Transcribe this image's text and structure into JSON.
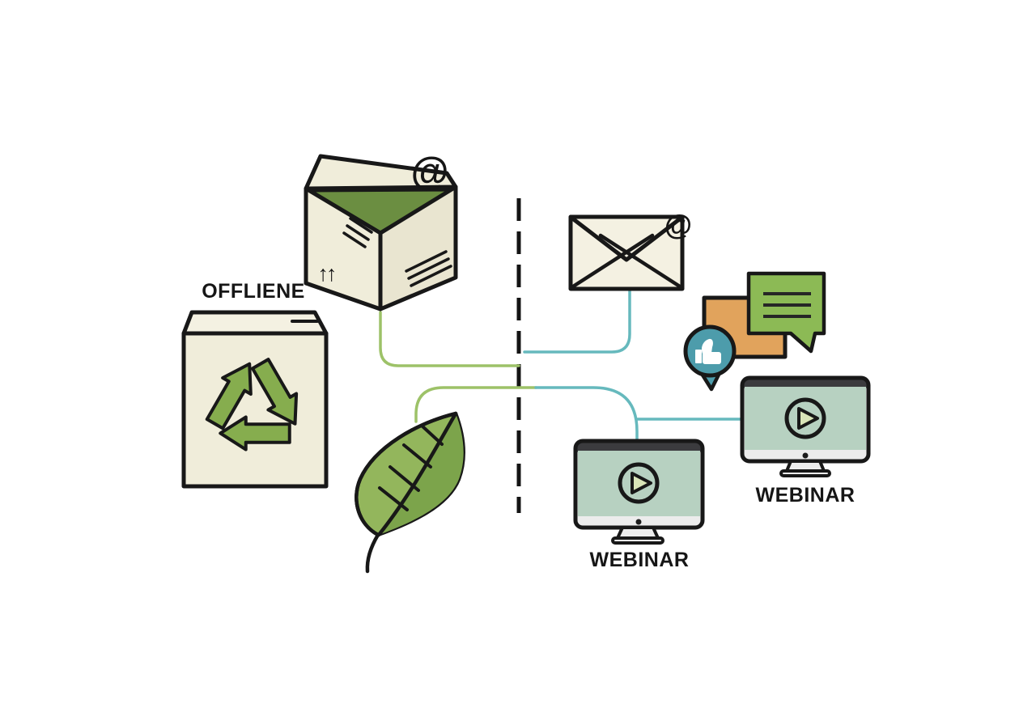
{
  "colors": {
    "outline": "#181818",
    "cream": "#f0edda",
    "cream_light": "#f4f1e2",
    "cream_shade": "#e9e5d0",
    "box_interior_green": "#6b8e41",
    "recycle_green": "#86ad4e",
    "leaf_green": "#93b65c",
    "leaf_green_dark": "#7ca44b",
    "line_green": "#9dc268",
    "line_teal": "#66b9bd",
    "bubble_green": "#8cba55",
    "bubble_orange": "#e1a35c",
    "bubble_teal": "#4d9cab",
    "screen_green": "#b7d1c1",
    "play_triangle": "#d9e5b8",
    "monitor_dark": "#3b3b3e",
    "monitor_light": "#ececec"
  },
  "left": {
    "label": "OFFLIENE",
    "open_box": {
      "icon": "open-shipping-box",
      "at_symbol": "@",
      "up_arrows": "↑↑"
    },
    "recycle_box": {
      "icon": "recycle-symbol"
    },
    "leaf": {
      "icon": "leaf"
    }
  },
  "right": {
    "email": {
      "icon": "envelope",
      "at_symbol": "@"
    },
    "chat": {
      "icon": "chat-bubbles",
      "thumbs_up": "thumbs-up"
    },
    "webinar_bottom": {
      "icon": "monitor-play-button",
      "label": "WEBINAR"
    },
    "webinar_right": {
      "icon": "monitor-play-button",
      "label": "WEBINAR"
    }
  }
}
